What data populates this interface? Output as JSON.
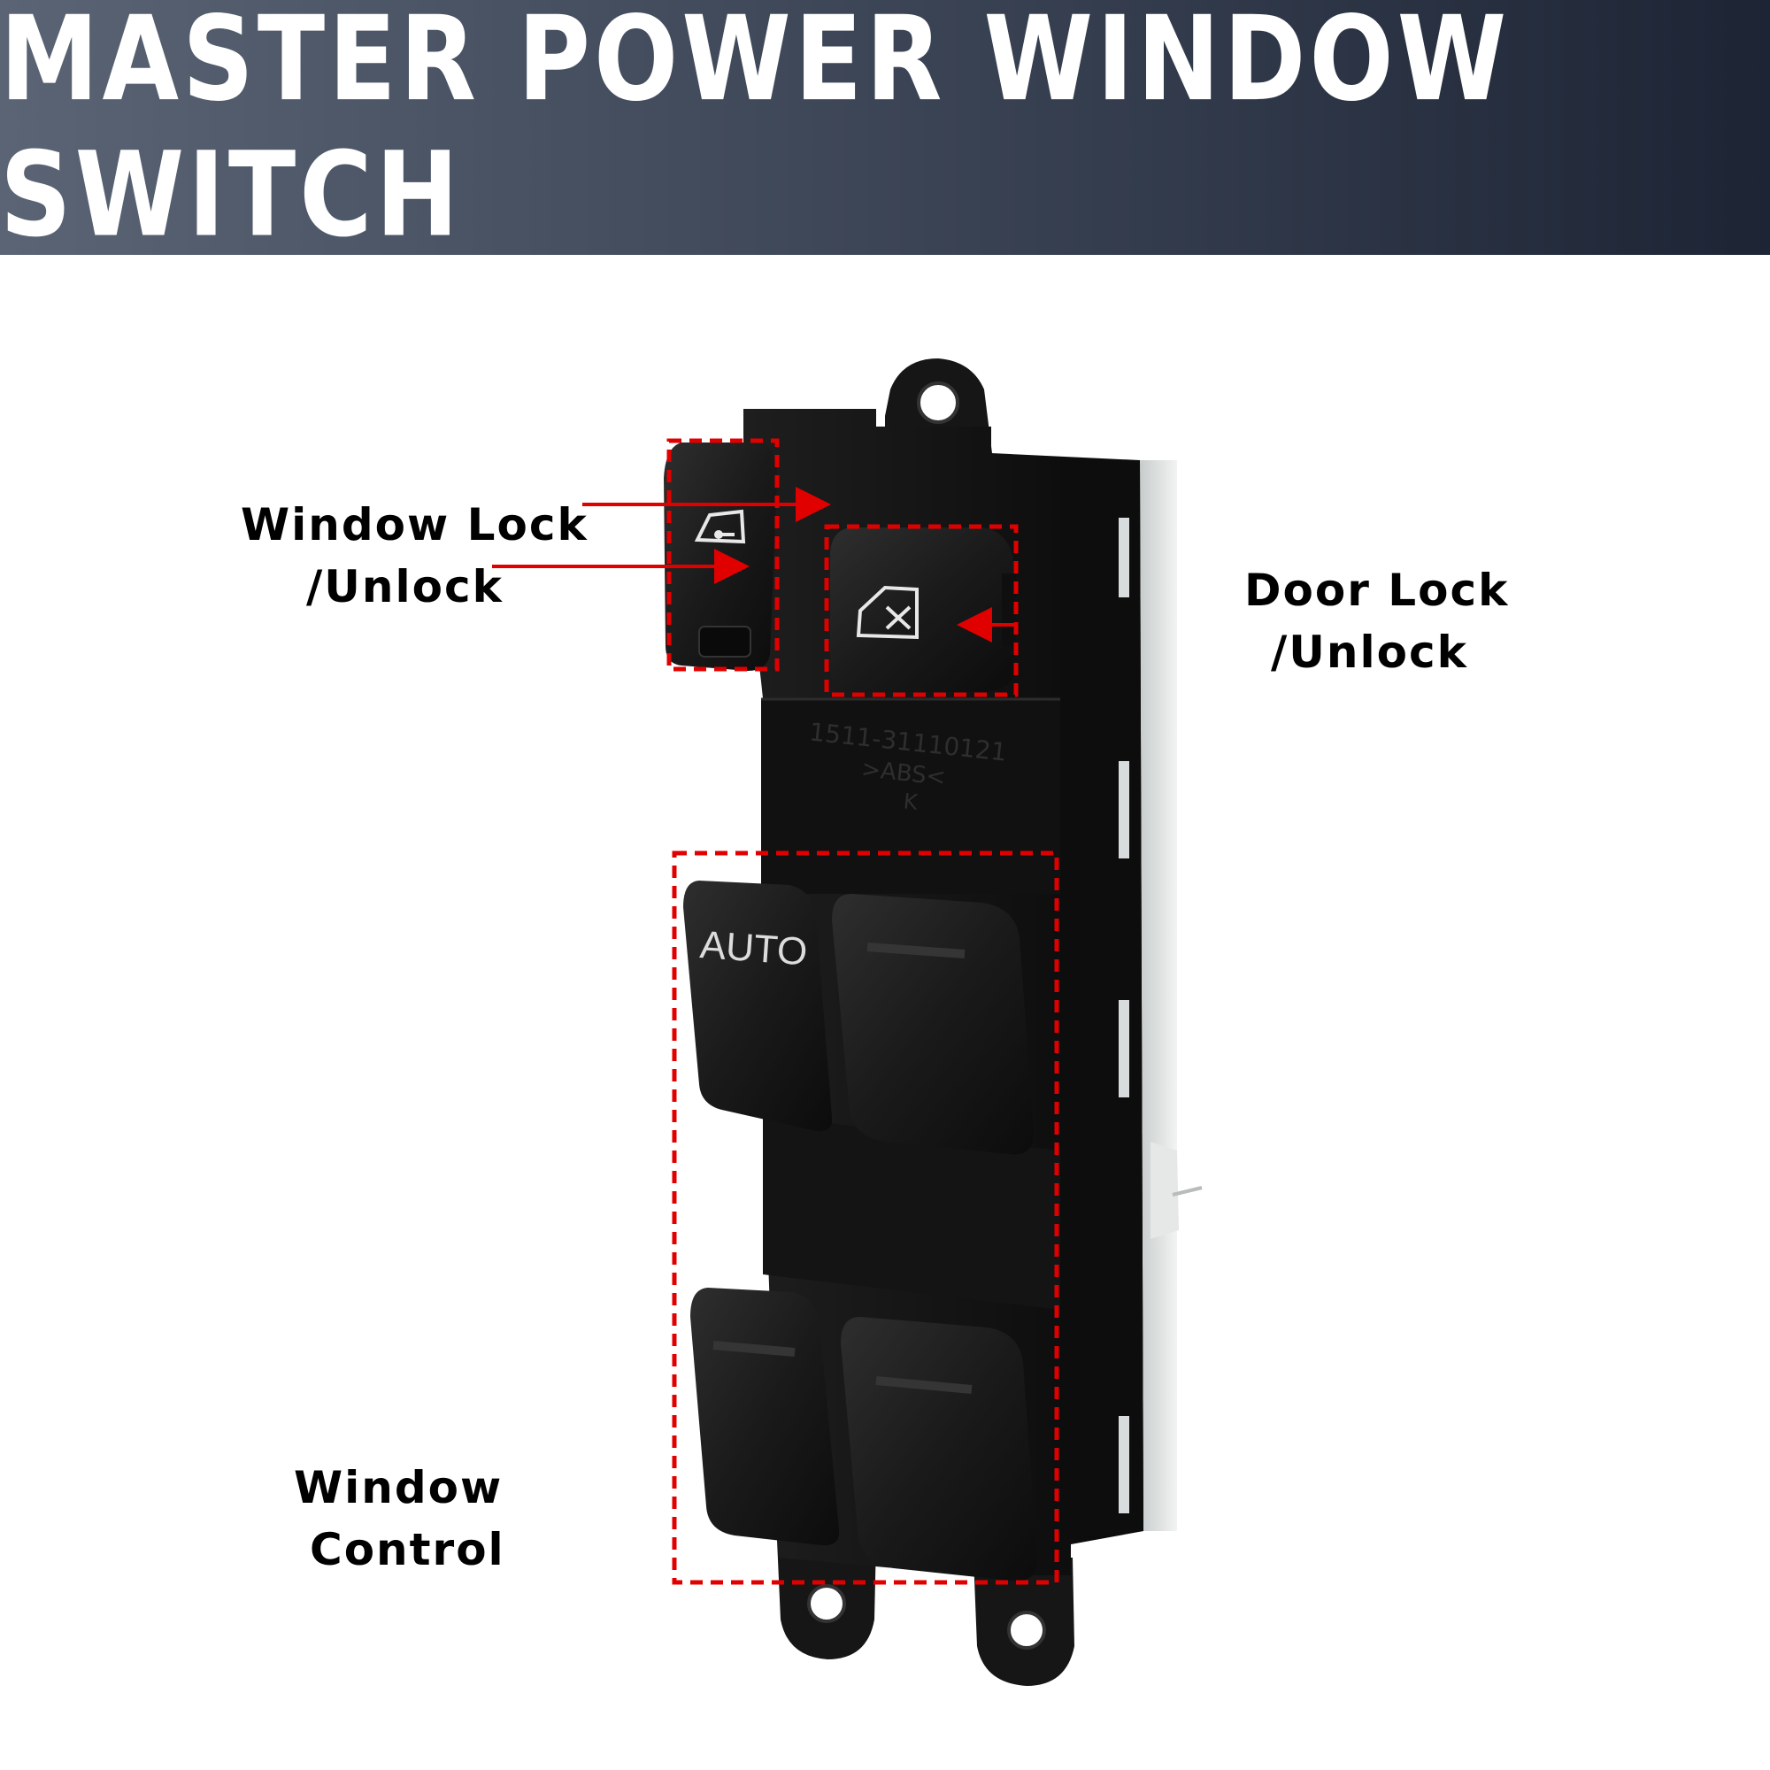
{
  "banner": {
    "title": "MASTER POWER WINDOW SWITCH",
    "background_left": "#5a6474",
    "background_right": "#1d2535"
  },
  "colors": {
    "highlight_box": "#e00000",
    "arrow": "#e00000",
    "switch_body": "#141414"
  },
  "switch": {
    "auto_label": "AUTO",
    "part_number": "1511-31110121",
    "material_mark": ">ABS<",
    "maker_mark": "K",
    "window_lock_button_icon": "car-window-lock-icon",
    "door_lock_button_icon": "car-door-lock-icon"
  },
  "callouts": {
    "window_lock": {
      "line1": "Window Lock",
      "line2": "/Unlock"
    },
    "door_lock": {
      "line1": "Door Lock",
      "line2": "/Unlock"
    },
    "window_control": {
      "line1": "Window",
      "line2": "Control"
    }
  }
}
